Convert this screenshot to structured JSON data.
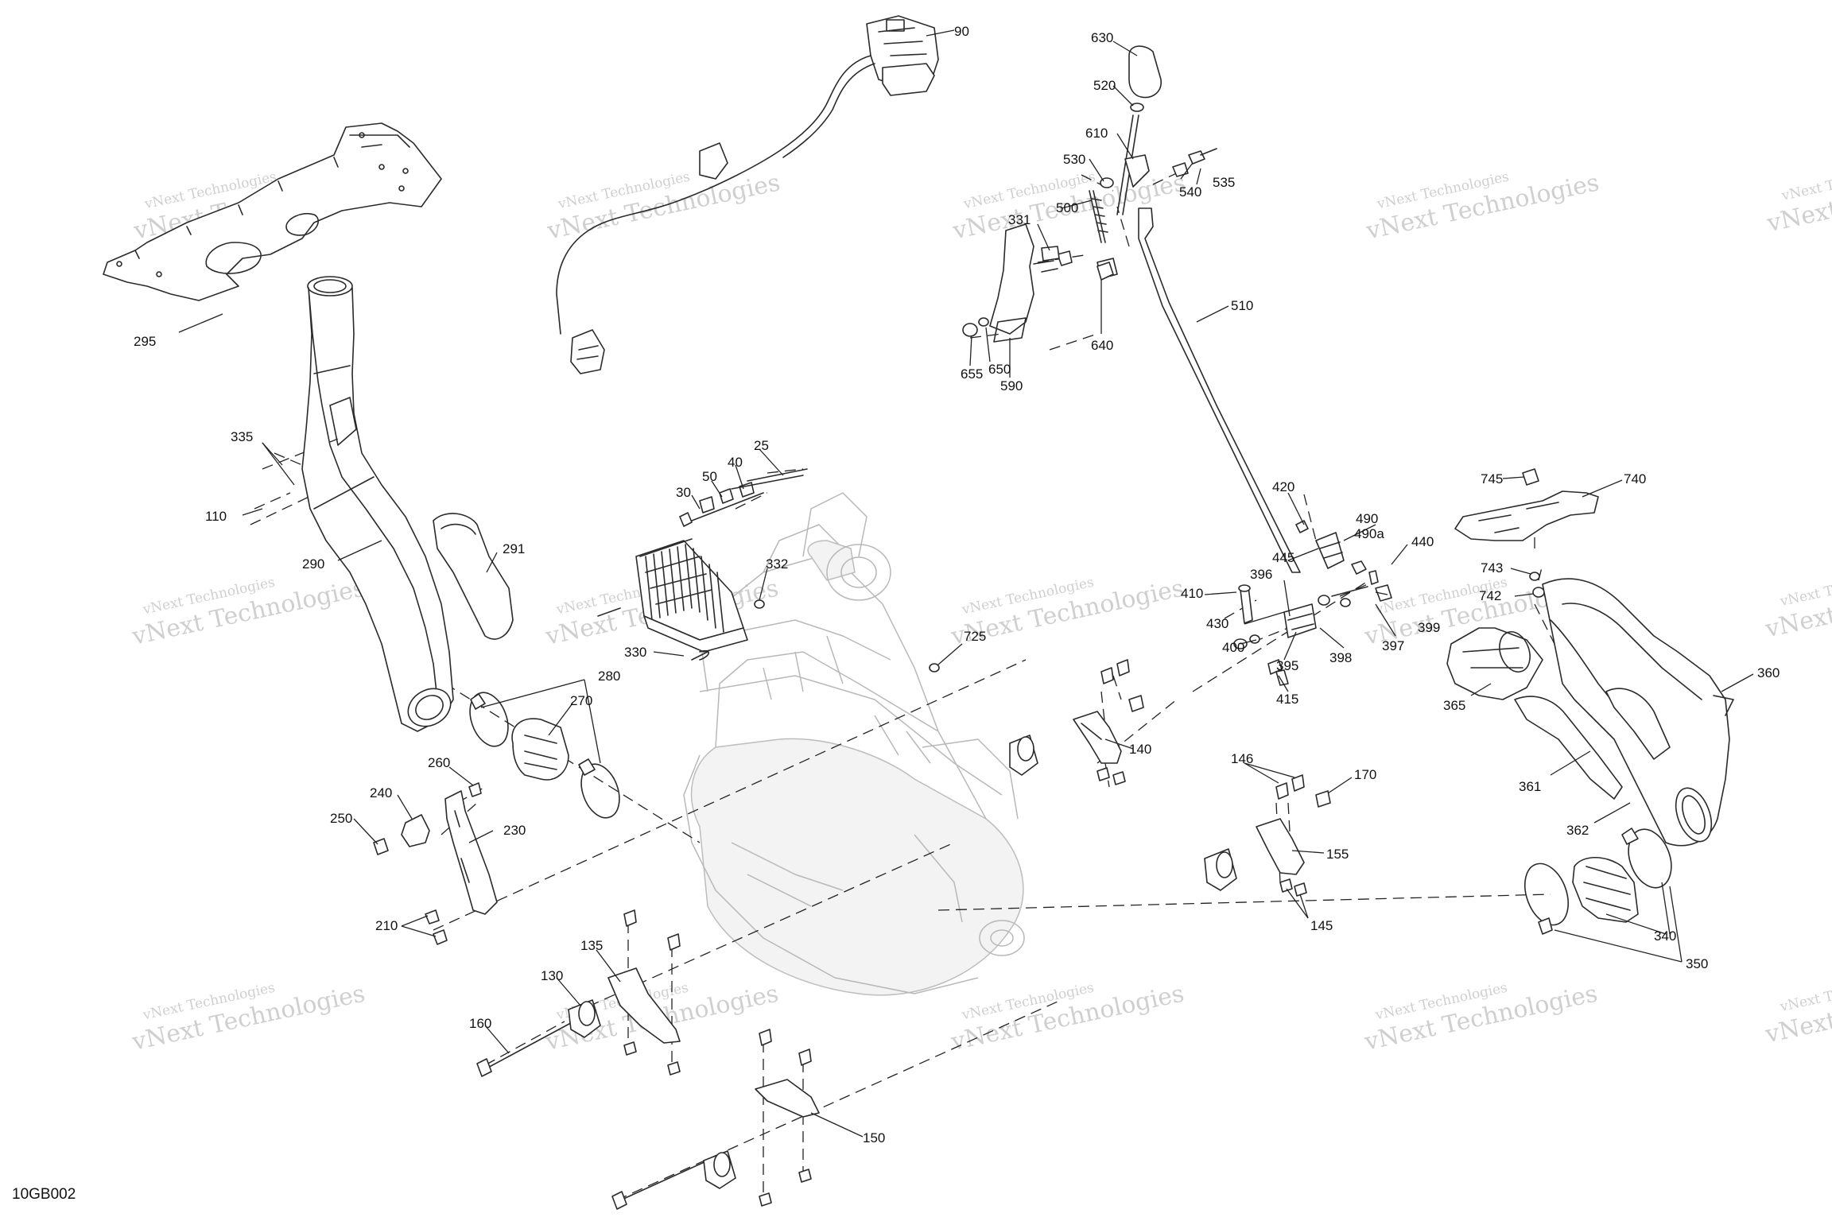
{
  "diagram": {
    "reference_code": "10GB002",
    "watermark_large": "vNext Technologies",
    "watermark_small": "vNext Technologies",
    "callouts": [
      "90",
      "630",
      "520",
      "610",
      "530",
      "535",
      "540",
      "331",
      "500",
      "510",
      "655",
      "650",
      "590",
      "640",
      "295",
      "335",
      "110",
      "290",
      "291",
      "25",
      "40",
      "50",
      "30",
      "332",
      "330",
      "725",
      "420",
      "490",
      "490a",
      "440",
      "445",
      "410",
      "396",
      "430",
      "400",
      "395",
      "397",
      "398",
      "399",
      "415",
      "745",
      "740",
      "743",
      "742",
      "365",
      "360",
      "361",
      "362",
      "340",
      "350",
      "280",
      "270",
      "260",
      "240",
      "250",
      "230",
      "210",
      "140",
      "146",
      "170",
      "155",
      "145",
      "135",
      "130",
      "160",
      "150"
    ]
  }
}
